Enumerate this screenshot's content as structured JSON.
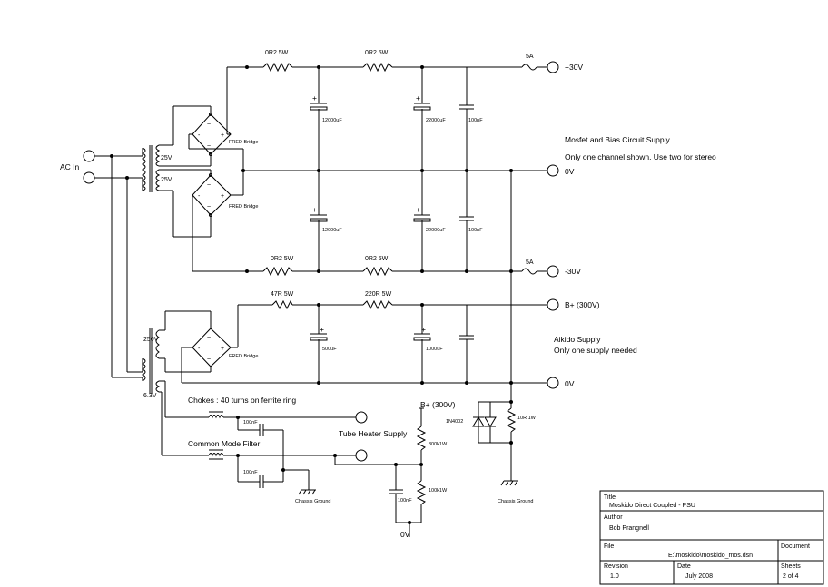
{
  "labels": {
    "ac_in": "AC In",
    "rail_plus30": "+30V",
    "rail_0v_top": "0V",
    "rail_minus30": "-30V",
    "rail_bplus": "B+ (300V)",
    "rail_0v_aikido": "0V",
    "mosfet_note_1": "Mosfet and Bias Circuit Supply",
    "mosfet_note_2": "Only one channel shown. Use two for stereo",
    "aikido_note_1": "Aikido Supply",
    "aikido_note_2": "Only one supply needed",
    "chokes_note": "Chokes : 40 turns on ferrite ring",
    "cm_filter": "Common Mode Filter",
    "tube_heater": "Tube Heater Supply",
    "bplus_small": "B+ (300V)",
    "heater_0v": "0V",
    "chassis_ground_1": "Chassis Ground",
    "chassis_ground_2": "Chassis Ground"
  },
  "components": {
    "r_top1": "0R2  5W",
    "r_top2": "0R2  5W",
    "fuse_top": "5A",
    "c_top1": "12000uF",
    "c_top2": "22000uF",
    "c_top3": "100nF",
    "bridge_1": "FRED Bridge",
    "bridge_2": "FRED Bridge",
    "bridge_3": "FRED Bridge",
    "tx_25v_a": "25V",
    "tx_25v_b": "25V",
    "c_bot1": "12000uF",
    "c_bot2": "22000uF",
    "c_bot3": "100nF",
    "r_bot1": "0R2  5W",
    "r_bot2": "0R2  5W",
    "fuse_bot": "5A",
    "r_hv1": "47R  5W",
    "r_hv2": "220R  5W",
    "c_hv1": "500uF",
    "c_hv2": "1000uF",
    "tx_250v": "250V",
    "tx_63v": "6.3V",
    "c_choke1": "100nF",
    "c_choke2": "100nF",
    "r_div1": "300k1W",
    "r_div2": "100k1W",
    "c_div": "100nF",
    "diode": "1N4002",
    "r_gnd": "10R  1W"
  },
  "title_block": {
    "title_label": "Title",
    "title": "Moskido Direct Coupled - PSU",
    "author_label": "Author",
    "author": "Bob Prangnell",
    "file_label": "File",
    "file": "E:\\moskido\\moskido_mos.dsn",
    "document_label": "Document",
    "revision_label": "Revision",
    "revision": "1.0",
    "date_label": "Date",
    "date": "July 2008",
    "sheets_label": "Sheets",
    "sheets": "2 of 4"
  }
}
